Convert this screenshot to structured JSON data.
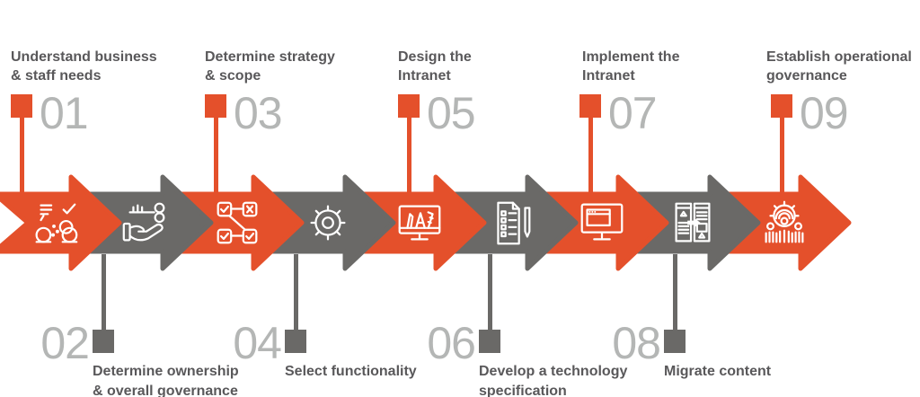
{
  "colors": {
    "orange": "#E4502B",
    "gray": "#6A6967",
    "number_gray": "#B4B6B5",
    "label_gray": "#59585A",
    "icon_stroke": "#FFFFFF",
    "background": "#FFFFFF"
  },
  "steps": [
    {
      "number": "01",
      "label_lines": [
        "Understand business",
        "& staff needs"
      ],
      "position": "top",
      "color": "orange",
      "icon": "discussion-heads-icon"
    },
    {
      "number": "02",
      "label_lines": [
        "Determine ownership",
        "& overall governance"
      ],
      "position": "bottom",
      "color": "gray",
      "icon": "hand-key-icon"
    },
    {
      "number": "03",
      "label_lines": [
        "Determine strategy",
        "& scope"
      ],
      "position": "top",
      "color": "orange",
      "icon": "flowchart-checkboxes-icon"
    },
    {
      "number": "04",
      "label_lines": [
        "Select functionality"
      ],
      "position": "bottom",
      "color": "gray",
      "icon": "gear-icon"
    },
    {
      "number": "05",
      "label_lines": [
        "Design the",
        "Intranet"
      ],
      "position": "top",
      "color": "orange",
      "icon": "design-tools-monitor-icon"
    },
    {
      "number": "06",
      "label_lines": [
        "Develop a technology",
        "specification"
      ],
      "position": "bottom",
      "color": "gray",
      "icon": "specification-document-icon"
    },
    {
      "number": "07",
      "label_lines": [
        "Implement the",
        "Intranet"
      ],
      "position": "top",
      "color": "orange",
      "icon": "browser-monitor-icon"
    },
    {
      "number": "08",
      "label_lines": [
        "Migrate content"
      ],
      "position": "bottom",
      "color": "gray",
      "icon": "migrate-content-icon"
    },
    {
      "number": "09",
      "label_lines": [
        "Establish operational",
        "governance"
      ],
      "position": "top",
      "color": "orange",
      "icon": "gear-people-icon"
    }
  ]
}
